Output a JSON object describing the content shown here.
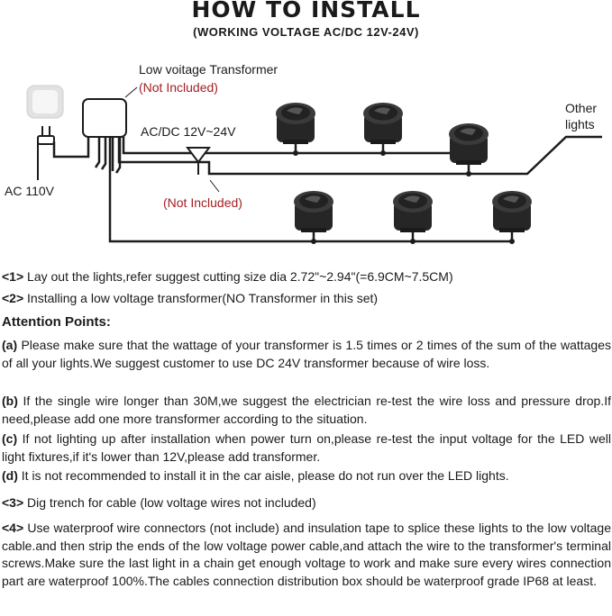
{
  "header": {
    "title": "HOW TO INSTALL",
    "subtitle": "(WORKING VOLTAGE AC/DC 12V-24V)"
  },
  "diagram": {
    "transformer_label": "Low voitage Transformer",
    "transformer_note": "(Not Included)",
    "voltage_label": "AC/DC 12V~24V",
    "connector_note": "(Not Included)",
    "mains_label": "AC 110V",
    "other_lights_line1": "Other",
    "other_lights_line2": "lights",
    "colors": {
      "wire": "#1c1c1c",
      "light_body": "#2b2b2b",
      "note_red": "#a41e22"
    }
  },
  "steps": {
    "step1_num": "<1>",
    "step1_text": " Lay out the lights,refer suggest cutting size dia 2.72\"~2.94\"(=6.9CM~7.5CM)",
    "step2_num": "<2>",
    "step2_text": " Installing a low voltage transformer(NO Transformer in this set)",
    "attention_title": "Attention Points:",
    "a_label": "(a)",
    "a_text": " Please make sure that the wattage of your transformer is 1.5 times or 2 times of the sum of the wattages of all your lights.We suggest customer to use DC 24V transformer because of wire loss.",
    "b_label": "(b)",
    "b_text": " If the single wire longer than 30M,we suggest the electrician re-test the wire loss and pressure drop.If need,please add one more transformer according to the situation.",
    "c_label": "(c)",
    "c_text": " If not lighting up after installation when power turn on,please re-test the input voltage for the LED well light fixtures,if it's lower than 12V,please add transformer.",
    "d_label": "(d)",
    "d_text": " It is not recommended to install it in the car aisle, please do not run over  the LED lights.",
    "step3_num": "<3>",
    "step3_text": " Dig trench for cable (low voltage wires not included)",
    "step4_num": "<4>",
    "step4_text": " Use waterproof wire connectors (not include) and insulation tape to splice these lights to the low voltage cable.and then strip the ends of the low voltage power cable,and attach the wire to the transformer's terminal screws.Make sure the last light in a chain get enough voltage to work and make sure every wires connection part are waterproof 100%.The cables connection distribution box should be waterproof grade IP68 at least."
  }
}
